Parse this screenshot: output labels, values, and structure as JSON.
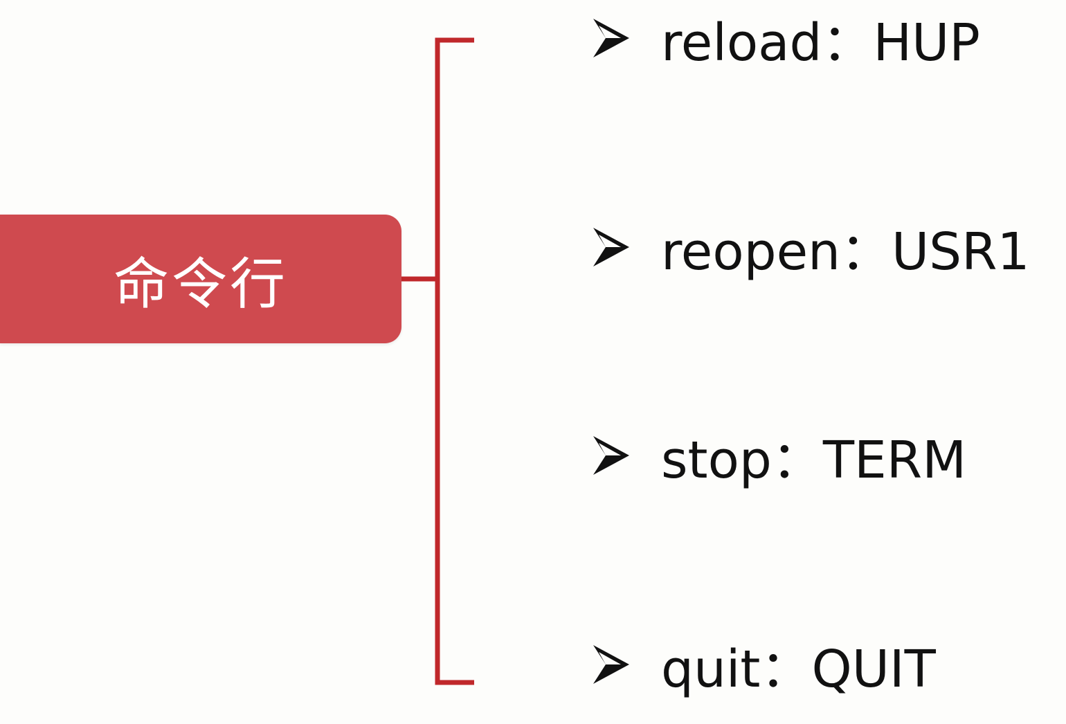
{
  "root": {
    "label": "命令行"
  },
  "items": [
    {
      "text": "reload：HUP"
    },
    {
      "text": "reopen：USR1"
    },
    {
      "text": "stop：TERM"
    },
    {
      "text": "quit：QUIT"
    }
  ],
  "colors": {
    "root_fill": "#cf4a4f",
    "connector": "#c0282b",
    "text": "#111111",
    "background": "#fdfdfb"
  }
}
